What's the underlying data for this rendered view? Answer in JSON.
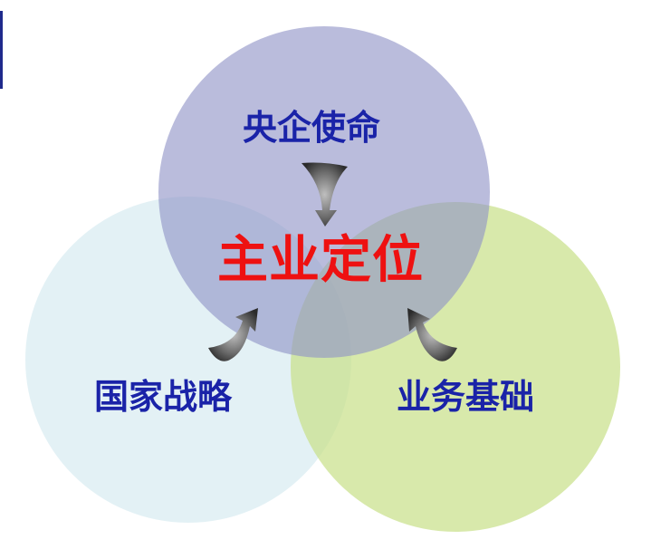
{
  "diagram": {
    "center_label": "主业定位",
    "circles": [
      {
        "id": "top",
        "label": "央企使命",
        "color": "#aeb0d6"
      },
      {
        "id": "left",
        "label": "国家战略",
        "color": "#dceef3"
      },
      {
        "id": "right",
        "label": "业务基础",
        "color": "#d2e59a"
      }
    ],
    "colors": {
      "label_text": "#1a23a8",
      "center_text": "#ee1111",
      "accent_bar": "#1f2a8c",
      "arrow": "#3a3a3a"
    }
  }
}
